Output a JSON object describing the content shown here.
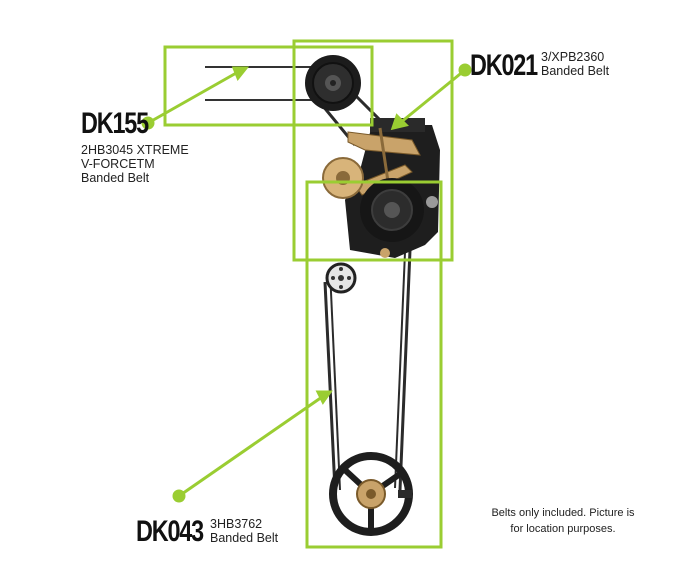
{
  "colors": {
    "accent": "#9acd32",
    "belt": "#2b2b2b",
    "metal_gold": "#c9a36a"
  },
  "callouts": [
    {
      "code": "DK155",
      "lines": [
        "2HB3045 XTREME",
        "V-FORCETM",
        "Banded Belt"
      ]
    },
    {
      "code": "DK021",
      "lines": [
        "3/XPB2360",
        "Banded Belt"
      ]
    },
    {
      "code": "DK043",
      "lines": [
        "3HB3762",
        "Banded Belt"
      ]
    }
  ],
  "note": {
    "lines": [
      "Belts only included. Picture is",
      "for location purposes."
    ]
  },
  "icons": [
    "pulley-icon",
    "idler-icon",
    "motor-icon",
    "wheel-icon"
  ]
}
